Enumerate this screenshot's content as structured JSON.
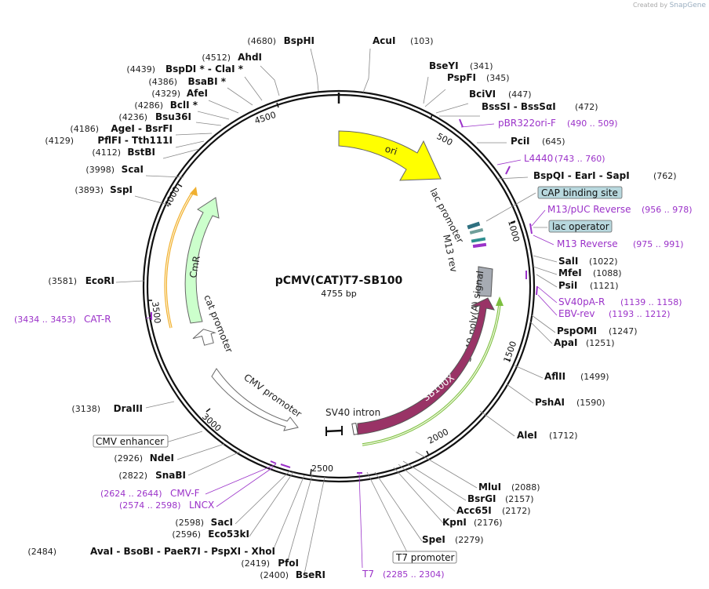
{
  "brand": {
    "created_by": "Created by",
    "product": "SnapGene"
  },
  "plasmid": {
    "name": "pCMV(CAT)T7-SB100",
    "length_label": "4755 bp"
  },
  "ticks": [
    "500",
    "1000",
    "1500",
    "2000",
    "2500",
    "3000",
    "3500",
    "4000",
    "4500"
  ],
  "features": {
    "ori": "ori",
    "lac_promoter": "lac promoter",
    "m13_rev": "M13 rev",
    "sv40_polya": "SV40 poly(A) signal",
    "sb100x": "SB100X",
    "sv40_intron": "SV40 intron",
    "cmv_promoter": "CMV promoter",
    "cat_promoter": "cat promoter",
    "cmr": "CmR"
  },
  "boxed": {
    "cap": "CAP binding site",
    "lac_operator": "lac operator",
    "cmv_enhancer": "CMV enhancer",
    "t7_promoter": "T7 promoter"
  },
  "sites_right": [
    {
      "name": "AcuI",
      "pos": "(103)"
    },
    {
      "name": "BseYI",
      "pos": "(341)"
    },
    {
      "name": "PspFI",
      "pos": "(345)"
    },
    {
      "name": "BciVI",
      "pos": "(447)"
    },
    {
      "name": "BssSI  -  BssSαI",
      "pos": "(472)"
    },
    {
      "name": "PciI",
      "pos": "(645)"
    },
    {
      "name": "BspQI  -  EarI  -  SapI",
      "pos": "(762)"
    },
    {
      "name": "SalI",
      "pos": "(1022)"
    },
    {
      "name": "MfeI",
      "pos": "(1088)"
    },
    {
      "name": "PsiI",
      "pos": "(1121)"
    },
    {
      "name": "PspOMI",
      "pos": "(1247)"
    },
    {
      "name": "ApaI",
      "pos": "(1251)"
    },
    {
      "name": "AflII",
      "pos": "(1499)"
    },
    {
      "name": "PshAI",
      "pos": "(1590)"
    },
    {
      "name": "AleI",
      "pos": "(1712)"
    },
    {
      "name": "MluI",
      "pos": "(2088)"
    },
    {
      "name": "BsrGI",
      "pos": "(2157)"
    },
    {
      "name": "Acc65I",
      "pos": "(2172)"
    },
    {
      "name": "KpnI",
      "pos": "(2176)"
    },
    {
      "name": "SpeI",
      "pos": "(2279)"
    }
  ],
  "sites_left": [
    {
      "pos": "(4680)",
      "name": "BspHI"
    },
    {
      "pos": "(4512)",
      "name": "AhdI"
    },
    {
      "pos": "(4439)",
      "name": "BspDI *  -  ClaI *"
    },
    {
      "pos": "(4386)",
      "name": "BsaBI *"
    },
    {
      "pos": "(4329)",
      "name": "AfeI"
    },
    {
      "pos": "(4286)",
      "name": "BclI *"
    },
    {
      "pos": "(4236)",
      "name": "Bsu36I"
    },
    {
      "pos": "(4186)",
      "name": "AgeI  -  BsrFI"
    },
    {
      "pos": "(4129)",
      "name": "PflFI  -  Tth111I"
    },
    {
      "pos": "(4112)",
      "name": "BstBI"
    },
    {
      "pos": "(3998)",
      "name": "ScaI"
    },
    {
      "pos": "(3893)",
      "name": "SspI"
    },
    {
      "pos": "(3581)",
      "name": "EcoRI"
    },
    {
      "pos": "(3138)",
      "name": "DraIII"
    },
    {
      "pos": "(2926)",
      "name": "NdeI"
    },
    {
      "pos": "(2822)",
      "name": "SnaBI"
    },
    {
      "pos": "(2598)",
      "name": "SacI"
    },
    {
      "pos": "(2596)",
      "name": "Eco53kI"
    },
    {
      "pos": "(2484)",
      "name": "AvaI  -  BsoBI  -  PaeR7I  -  PspXI  -  XhoI"
    },
    {
      "pos": "(2419)",
      "name": "PfoI"
    },
    {
      "pos": "(2400)",
      "name": "BseRI"
    }
  ],
  "primers": [
    {
      "name": "pBR322ori-F",
      "range": "(490 .. 509)"
    },
    {
      "name": "L4440",
      "range": "(743 .. 760)"
    },
    {
      "name": "M13/pUC Reverse",
      "range": "(956 .. 978)"
    },
    {
      "name": "M13 Reverse",
      "range": "(975 .. 991)"
    },
    {
      "name": "SV40pA-R",
      "range": "(1139 .. 1158)"
    },
    {
      "name": "EBV-rev",
      "range": "(1193 .. 1212)"
    },
    {
      "name": "CAT-R",
      "range": "(3434 .. 3453)"
    },
    {
      "name": "CMV-F",
      "range": "(2624 .. 2644)"
    },
    {
      "name": "LNCX",
      "range": "(2574 .. 2598)"
    },
    {
      "name": "T7",
      "range": "(2285 .. 2304)"
    }
  ],
  "colors": {
    "ori": "#ffff00",
    "cmr": "#ccffcc",
    "sb100x": "#993366",
    "primer": "#9b32c9",
    "polya": "#a6abb3",
    "cap_box": "#b8d8de"
  }
}
